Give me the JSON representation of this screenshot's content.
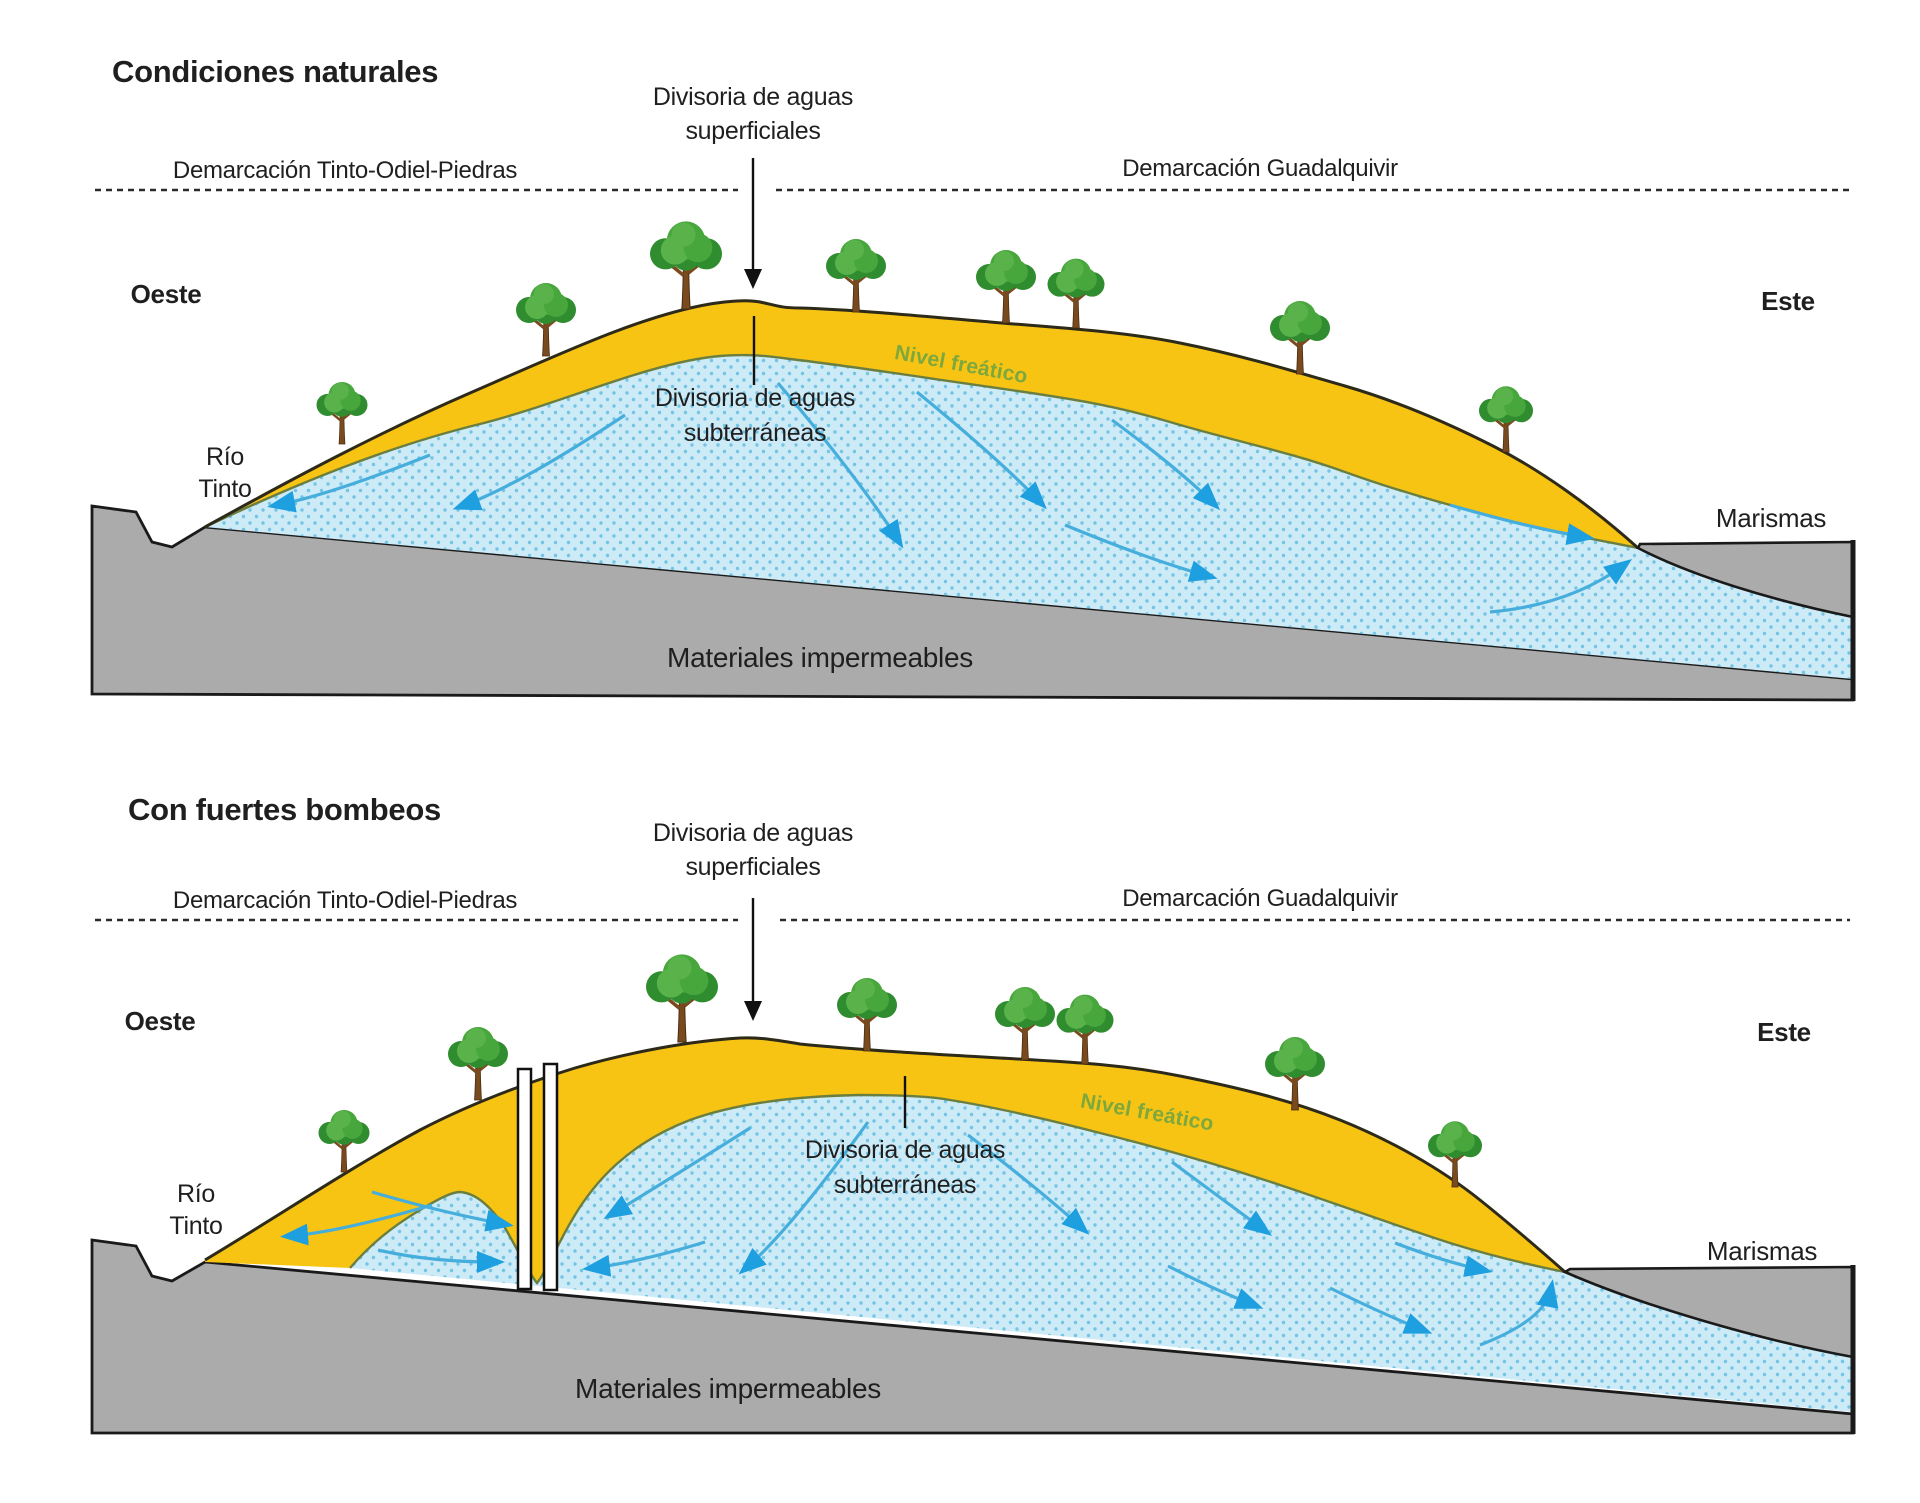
{
  "colors": {
    "sand": "#F7C413",
    "aquifer": "#CDEAF7",
    "aquifer_dot": "#74C4E4",
    "bedrock": "#ABABAB",
    "arrow": "#1D9FE0",
    "arrow_stroke": "#45AEDC",
    "water_table_line": "#6A7F3F",
    "water_table_text": "#7DA83E",
    "outline": "#1A1A1A",
    "text": "#1F1F1F",
    "tree_green": "#47A63C",
    "tree_green_light": "#59B34A",
    "tree_green_dark": "#2F8C2F",
    "trunk": "#7A4A1F",
    "well": "#FFFFFF"
  },
  "panels": {
    "top": {
      "title": "Condiciones naturales",
      "surface_divide_line1": "Divisoria de aguas",
      "surface_divide_line2": "superficiales",
      "groundwater_divide_line1": "Divisoria de aguas",
      "groundwater_divide_line2": "subterráneas",
      "demarcation_left": "Demarcación Tinto-Odiel-Piedras",
      "demarcation_right": "Demarcación Guadalquivir",
      "west_label": "Oeste",
      "east_label": "Este",
      "river_line1": "Río",
      "river_line2": "Tinto",
      "marsh_label": "Marismas",
      "water_table_label": "Nivel freático",
      "impermeable_label": "Materiales impermeables"
    },
    "bottom": {
      "title": "Con fuertes bombeos",
      "surface_divide_line1": "Divisoria de aguas",
      "surface_divide_line2": "superficiales",
      "groundwater_divide_line1": "Divisoria de aguas",
      "groundwater_divide_line2": "subterráneas",
      "demarcation_left": "Demarcación Tinto-Odiel-Piedras",
      "demarcation_right": "Demarcación Guadalquivir",
      "west_label": "Oeste",
      "east_label": "Este",
      "river_line1": "Río",
      "river_line2": "Tinto",
      "marsh_label": "Marismas",
      "water_table_label": "Nivel freático",
      "impermeable_label": "Materiales impermeables"
    }
  }
}
